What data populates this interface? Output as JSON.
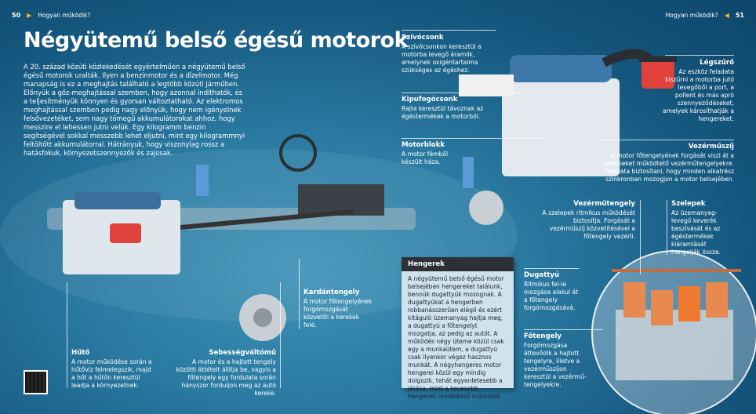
{
  "header_left": {
    "page": "50",
    "section": "Hogyan működik?"
  },
  "header_right": {
    "page": "51",
    "section": "Hogyan működik?"
  },
  "title": "Négyütemű belső égésű motorok",
  "intro": "A 20. század közúti közlekedését egyértelműen a négyütemű belső égésű motorok uralták. Ilyen a benzinmotor és a dízelmotor. Még manapság is ez a meghajtás található a legtöbb közúti járműben. Előnyük a gőz-meghajtással szemben, hogy azonnal indíthatók, és a teljesítményük könnyen és gyorsan változtatható. Az elektromos meghajtással szemben pedig nagy előnyük, hogy nem igényelnek felsővezetéket, sem nagy tömegű akkumulátorokat ahhoz, hogy messzire el lehessen jutni velük. Egy kilogramm benzin segítségével sokkal messzebb lehet eljutni, mint egy kilogrammnyi feltöltött akkumulátorral. Hátrányuk, hogy viszonylag rossz a hatásfokuk, környezetszennyezők és zajosak.",
  "labels": {
    "szivocsonk": {
      "title": "Szívócsonk",
      "text": "A szívócsonkon keresztül a motorba levegő áramlik, amelynek oxigéntartalma szükséges az égéshez."
    },
    "kipufogocsonk": {
      "title": "Kipufogócsonk",
      "text": "Rajta keresztül távoznak az égéstermékek a motorból."
    },
    "motorblokk": {
      "title": "Motorblokk",
      "text": "A motor fémből készült háza."
    },
    "legszuro": {
      "title": "Légszűrő",
      "text": "Az eszköz feladata kiszűrni a motorba jutó levegőből a port, a pollent és más apró szennyeződéseket, amelyek károsíthatják a hengereket."
    },
    "vezermuszij": {
      "title": "Vezérműszíj",
      "text": "A motor főtengelyének forgását viszi át a szelepeket működtető vezérműtengelyekre. Feladata biztosítani, hogy minden alkatrész szinkronban mozogjon a motor belsejében."
    },
    "vezermutengely": {
      "title": "Vezérműtengely",
      "text": "A szelepek ritmikus működését biztosítja. Forgását a vezérműszíj közvetítésével a főtengely vezérli."
    },
    "szelepek": {
      "title": "Szelepek",
      "text": "Az üzemanyag-levegő keverék beszívását és az égéstermékek kiáramlását hangolják össze."
    },
    "dugattyu": {
      "title": "Dugattyú",
      "text": "Ritmikus fel-le mozgása alakul át a főtengely forgómozgásává."
    },
    "fotengely": {
      "title": "Főtengely",
      "text": "Forgómozgása áttevődik a hajtott tengelyre, illetve a vezérműszíjon keresztül a vezérmű-tengelyekre."
    },
    "kardantengely": {
      "title": "Kardántengely",
      "text": "A motor főtengelyének forgómozgását közvetíti a kerekek felé."
    },
    "huto": {
      "title": "Hűtő",
      "text": "A motor működése során a hűtővíz felmelegszik, majd a hőt a hűtőn keresztül leadja a környezetnek."
    },
    "sebessegvaltomu": {
      "title": "Sebességváltómű",
      "text": "A motor és a hajtott tengely közötti áttételt állítja be, vagyis a főtengely egy fordulata során hányszor forduljon meg az autó kereke."
    }
  },
  "hengerek_box": {
    "title": "Hengerek",
    "text": "A négyütemű belső égésű motor belsejében hengereket találunk, bennük dugattyúk mozognak. A dugattyúkat a hengerben robbanásszerűen elégő és ezért kitáguló üzemanyag hajtja meg, a dugattyú a főtengelyt mozgatja, az pedig az autót. A működés négy üteme közül csak egy a munkaütem, a dugattyú csak ilyenkor végez hasznos munkát. A négyhengeres motor hengerei közül egy mindig dolgozik, tehát egyenletesebb a járása, mint a kevesebb hengerrel rendelkező motoroké."
  },
  "colors": {
    "accent": "#f2b630",
    "background": "#15577e",
    "box": "#cfe3ef",
    "engine_red": "#e0413a"
  }
}
